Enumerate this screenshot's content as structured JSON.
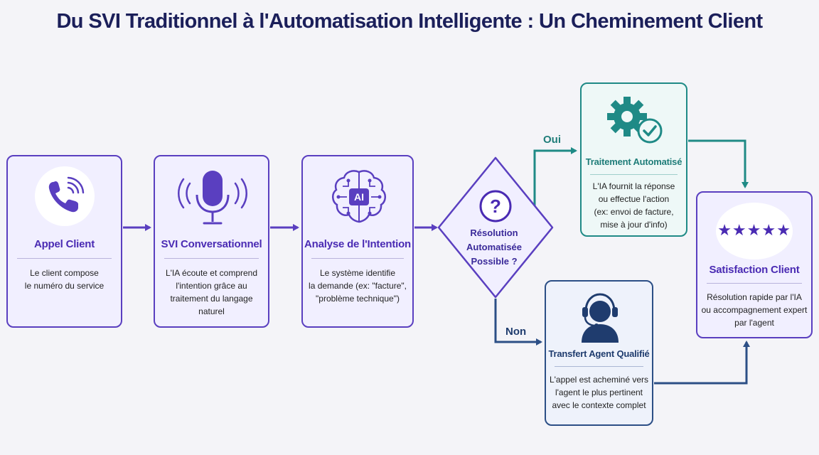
{
  "title": "Du SVI Traditionnel à l'Automatisation Intelligente : Un Cheminement Client",
  "nodes": {
    "appel": {
      "title": "Appel Client",
      "desc": "Le client compose\nle numéro du service"
    },
    "svi": {
      "title": "SVI Conversationnel",
      "desc": "L'IA écoute et comprend\nl'intention grâce au\ntraitement du langage\nnaturel"
    },
    "analyse": {
      "title": "Analyse de l'Intention",
      "desc": "Le système identifie\nla demande (ex: \"facture\",\n\"problème technique\")",
      "icon_text": "AI"
    },
    "decision": {
      "title": "Résolution\nAutomatisée\nPossible ?",
      "icon_text": "?"
    },
    "traitement": {
      "title": "Traitement Automatisé",
      "desc": "L'IA fournit la réponse\nou effectue l'action\n(ex: envoi de facture,\nmise à jour d'info)"
    },
    "transfert": {
      "title": "Transfert Agent Qualifié",
      "desc": "L'appel est acheminé vers\nl'agent le plus pertinent\navec le contexte complet"
    },
    "satisfaction": {
      "title": "Satisfaction Client",
      "desc": "Résolution rapide par l'IA\nou accompagnement expert\npar l'agent",
      "stars": "★★★★★"
    }
  },
  "branches": {
    "yes": "Oui",
    "no": "Non"
  },
  "colors": {
    "purple": "#5a3fc0",
    "teal": "#1f8a86",
    "navy": "#2c4f86",
    "title": "#1b1f5a"
  }
}
